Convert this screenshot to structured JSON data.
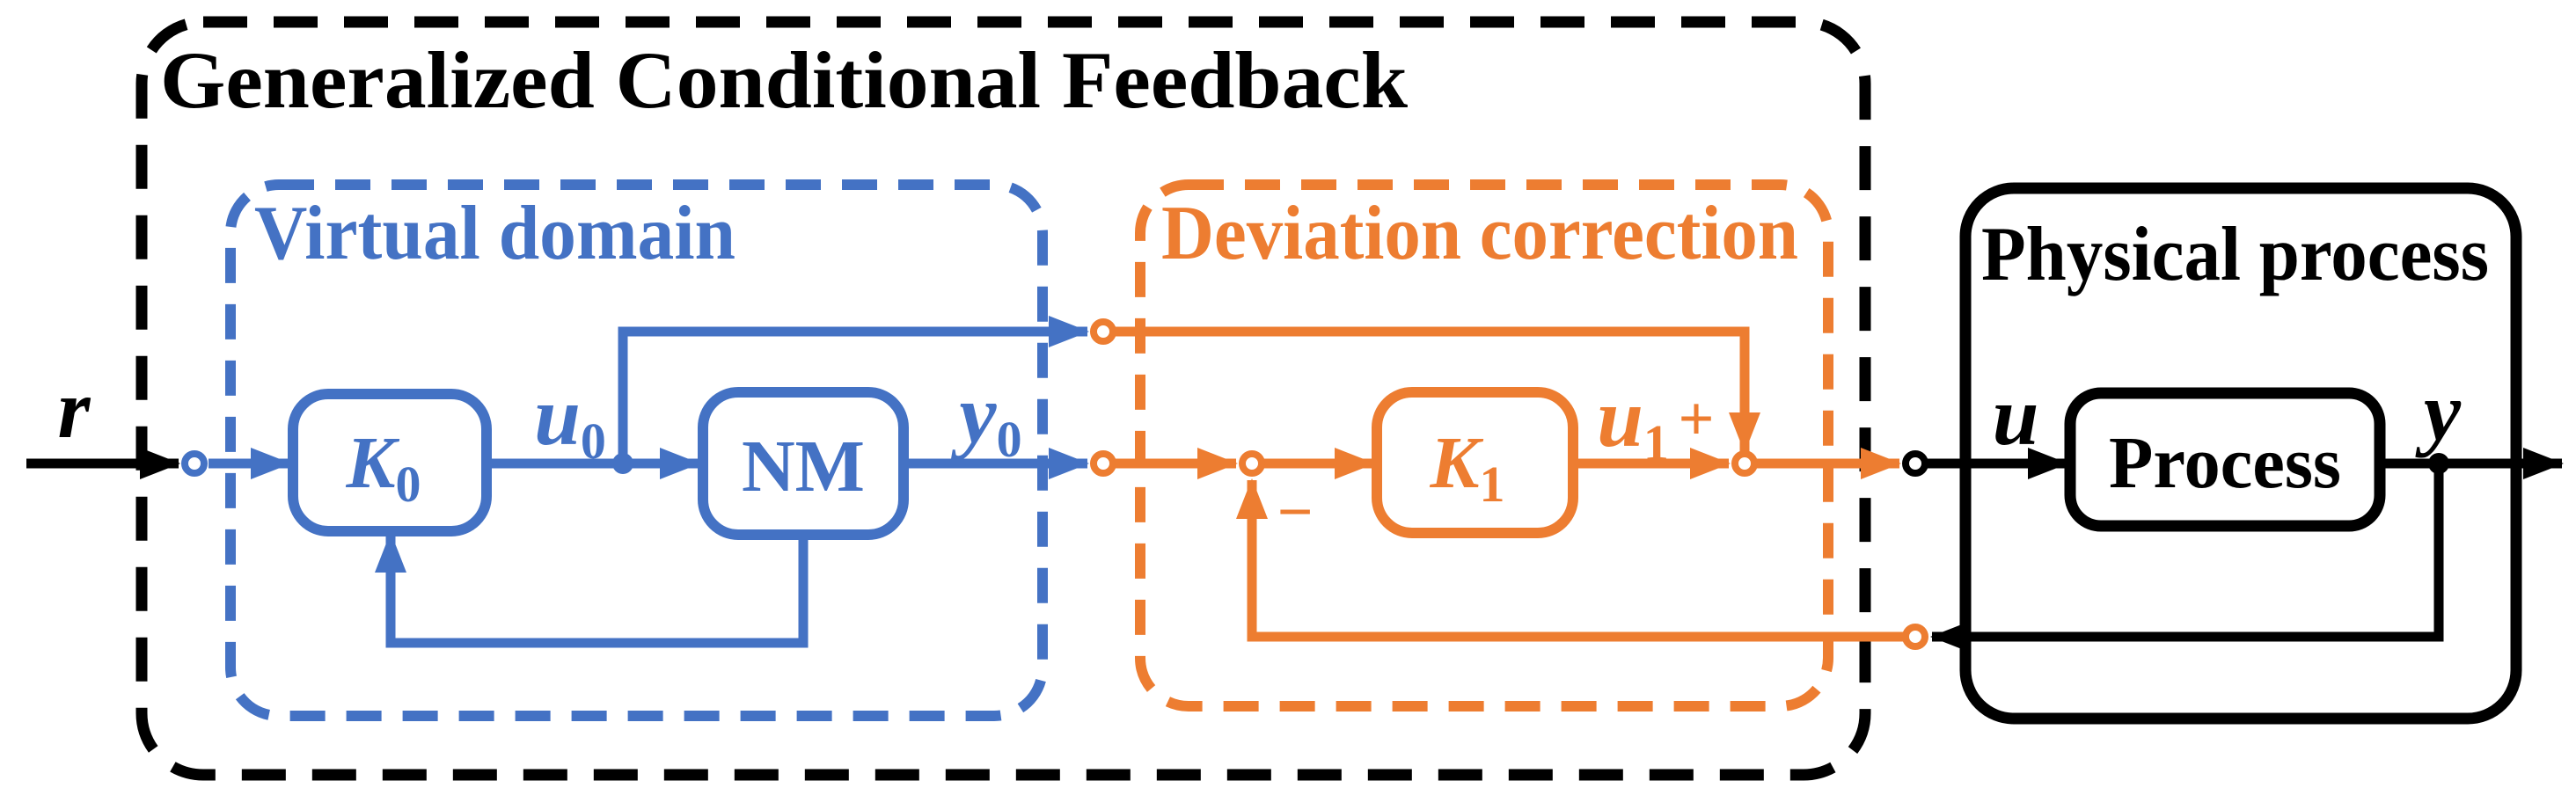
{
  "figure": {
    "title": "Generalized Conditional Feedback",
    "sections": {
      "virtual": {
        "label": "Virtual domain",
        "color": "#4472C4",
        "border": "dashed"
      },
      "correction": {
        "label": "Deviation correction",
        "color": "#ED7D31",
        "border": "dashed"
      },
      "physical": {
        "label": "Physical process",
        "color": "#000000",
        "border": "solid"
      }
    },
    "blocks": {
      "k0": {
        "base": "K",
        "sub": "0",
        "color": "#4472C4"
      },
      "nm": {
        "label": "NM",
        "color": "#4472C4"
      },
      "k1": {
        "base": "K",
        "sub": "1",
        "color": "#ED7D31"
      },
      "process": {
        "label": "Process",
        "color": "#000000"
      }
    },
    "signals": {
      "r": "r",
      "u0": {
        "base": "u",
        "sub": "0"
      },
      "y0": {
        "base": "y",
        "sub": "0"
      },
      "u1": {
        "base": "u",
        "sub": "1"
      },
      "plus": "+",
      "minus": "−",
      "u": "u",
      "y": "y"
    },
    "colors": {
      "virtual_blue": "#4472C4",
      "correction_orange": "#ED7D31",
      "physical_black": "#000000",
      "background": "#FFFFFF"
    }
  }
}
